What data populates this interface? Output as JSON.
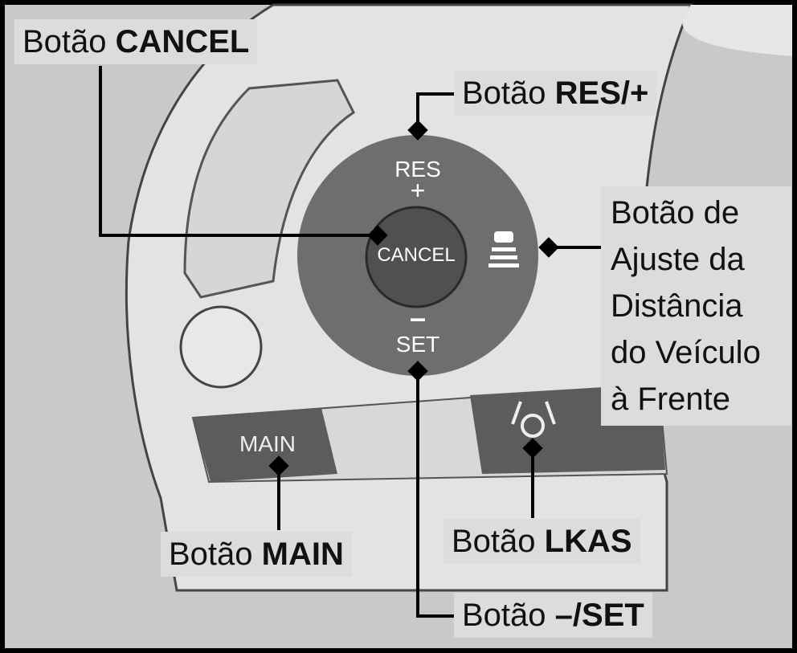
{
  "labels": {
    "cancel": {
      "prefix": "Botão",
      "name": "CANCEL"
    },
    "res": {
      "prefix": "Botão",
      "name": "RES/+"
    },
    "distance": {
      "lines": [
        "Botão de",
        "Ajuste da",
        "Distância",
        "do Veículo",
        "à Frente"
      ]
    },
    "main": {
      "prefix": "Botão",
      "name": "MAIN"
    },
    "lkas": {
      "prefix": "Botão",
      "name": "LKAS"
    },
    "set": {
      "prefix": "Botão",
      "name": "–/SET"
    }
  },
  "dial": {
    "res_text": "RES",
    "plus_text": "+",
    "cancel_text": "CANCEL",
    "minus_text": "–",
    "set_text": "SET",
    "main_text": "MAIN"
  },
  "colors": {
    "background": "#c9c9c9",
    "label_bg": "#dcdcdc",
    "dial": "#6e6e6e",
    "border": "#000000"
  }
}
